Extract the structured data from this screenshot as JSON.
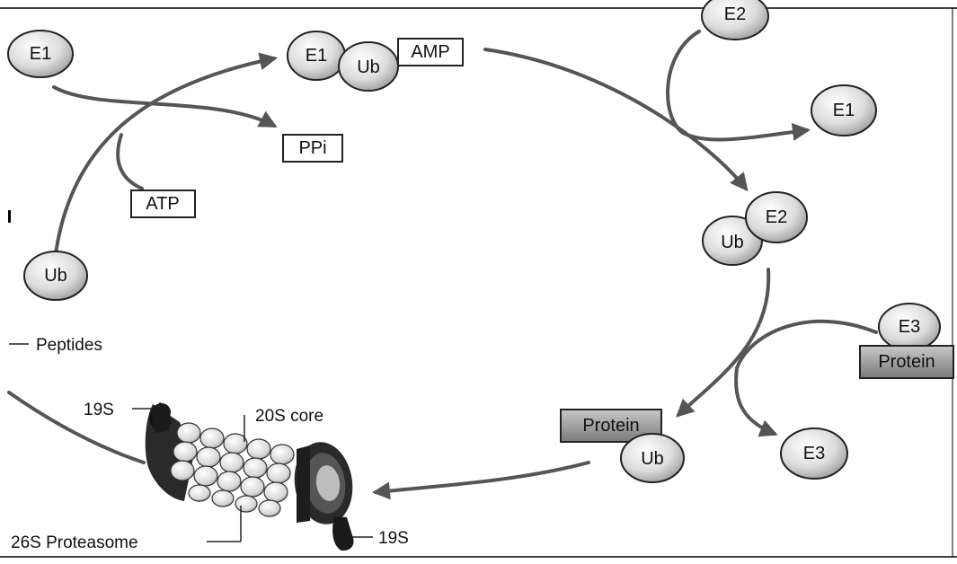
{
  "molecules": {
    "e1_start": "E1",
    "e1_complex": "E1",
    "ub_complex": "Ub",
    "amp": "AMP",
    "ppi": "PPi",
    "atp": "ATP",
    "ub_start": "Ub",
    "e2_top": "E2",
    "e1_released": "E1",
    "ub_e2": "Ub",
    "e2_complex": "E2",
    "e3_top": "E3",
    "protein_right": "Protein",
    "e3_released": "E3",
    "protein_ub": "Protein",
    "ub_protein": "Ub"
  },
  "labels": {
    "peptides": "Peptides",
    "s19_top": "19S",
    "core_20s": "20S core",
    "proteasome_26s": "26S Proteasome",
    "s19_bottom": "19S"
  },
  "colors": {
    "arrow": "#555555",
    "circle_fill": "#d8d8d8",
    "circle_stroke": "#222222",
    "protein_fill": "#9a9a9a",
    "proteasome_dark": "#2a2a2a",
    "proteasome_light": "#e8e8e8"
  }
}
